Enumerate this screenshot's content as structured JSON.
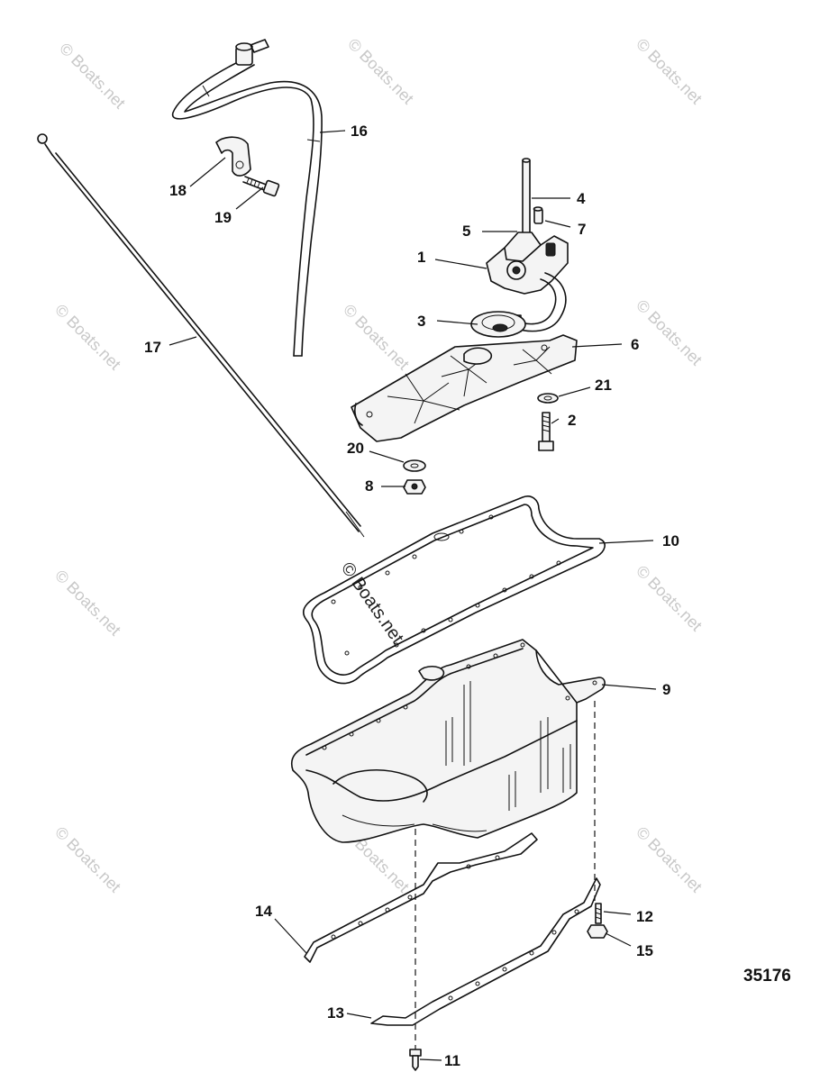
{
  "diagram": {
    "figure_number": "35176",
    "watermark_text": "© Boats.net",
    "watermark_center_text": "© Boats.net",
    "callouts": [
      {
        "id": "c1",
        "label": "1"
      },
      {
        "id": "c2",
        "label": "2"
      },
      {
        "id": "c3",
        "label": "3"
      },
      {
        "id": "c4",
        "label": "4"
      },
      {
        "id": "c5",
        "label": "5"
      },
      {
        "id": "c6",
        "label": "6"
      },
      {
        "id": "c7",
        "label": "7"
      },
      {
        "id": "c8",
        "label": "8"
      },
      {
        "id": "c9",
        "label": "9"
      },
      {
        "id": "c10",
        "label": "10"
      },
      {
        "id": "c11",
        "label": "11"
      },
      {
        "id": "c12",
        "label": "12"
      },
      {
        "id": "c13",
        "label": "13"
      },
      {
        "id": "c14",
        "label": "14"
      },
      {
        "id": "c15",
        "label": "15"
      },
      {
        "id": "c16",
        "label": "16"
      },
      {
        "id": "c17",
        "label": "17"
      },
      {
        "id": "c18",
        "label": "18"
      },
      {
        "id": "c19",
        "label": "19"
      },
      {
        "id": "c20",
        "label": "20"
      },
      {
        "id": "c21",
        "label": "21"
      }
    ]
  }
}
